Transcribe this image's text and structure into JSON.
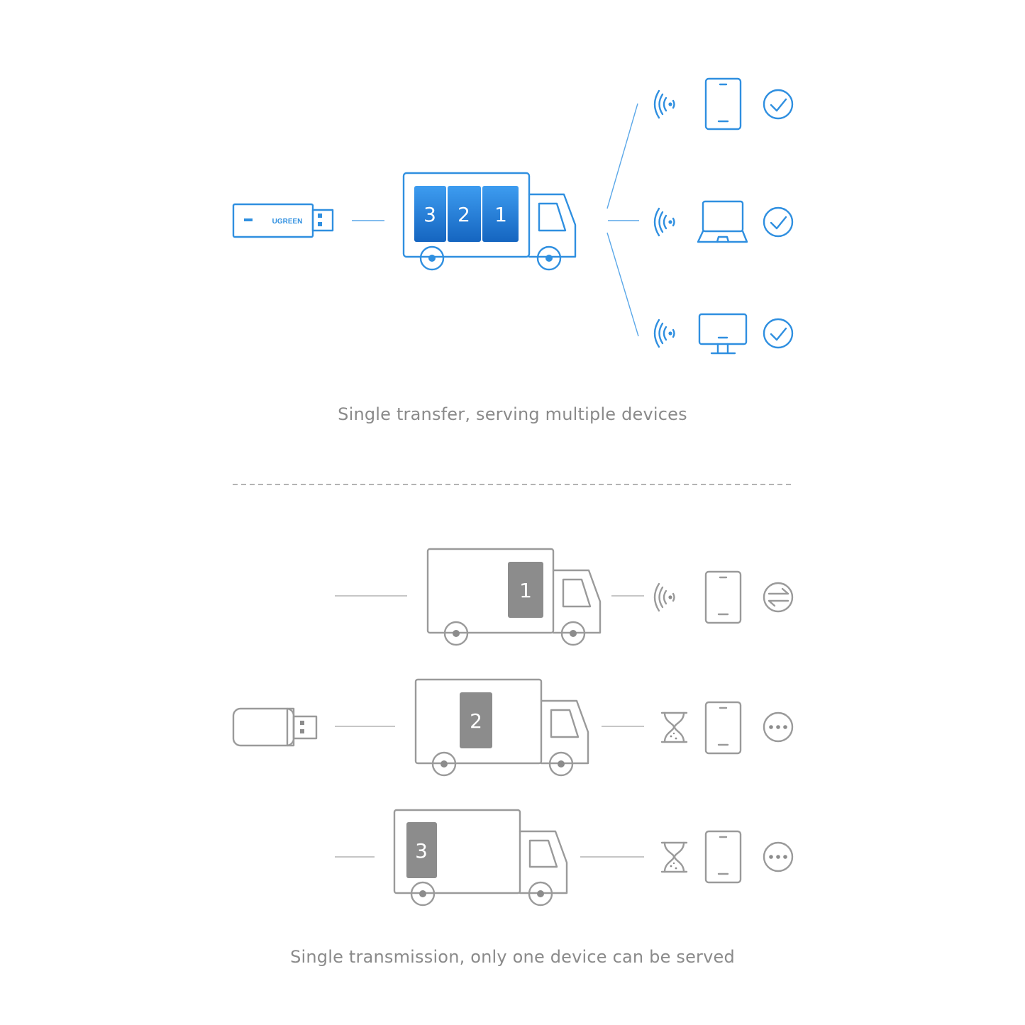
{
  "colors": {
    "accent": "#2f8fe0",
    "accent_dark": "#1565c0",
    "neutral": "#9a9a9a",
    "packet_gray": "#8c8c8c"
  },
  "top": {
    "usb_brand": "UGREEN",
    "packets": [
      "3",
      "2",
      "1"
    ],
    "devices": [
      {
        "icon": "phone-icon",
        "status_icon": "check-icon"
      },
      {
        "icon": "laptop-icon",
        "status_icon": "check-icon"
      },
      {
        "icon": "monitor-icon",
        "status_icon": "check-icon"
      }
    ],
    "caption": "Single transfer, serving multiple devices"
  },
  "bottom": {
    "rows": [
      {
        "packet": "1",
        "signal_icon": "wifi-signal-icon",
        "device_icon": "phone-icon",
        "status_icon": "transfer-icon"
      },
      {
        "packet": "2",
        "signal_icon": "hourglass-icon",
        "device_icon": "phone-icon",
        "status_icon": "waiting-dots-icon"
      },
      {
        "packet": "3",
        "signal_icon": "hourglass-icon",
        "device_icon": "phone-icon",
        "status_icon": "waiting-dots-icon"
      }
    ],
    "caption": "Single transmission, only one device can be served"
  }
}
